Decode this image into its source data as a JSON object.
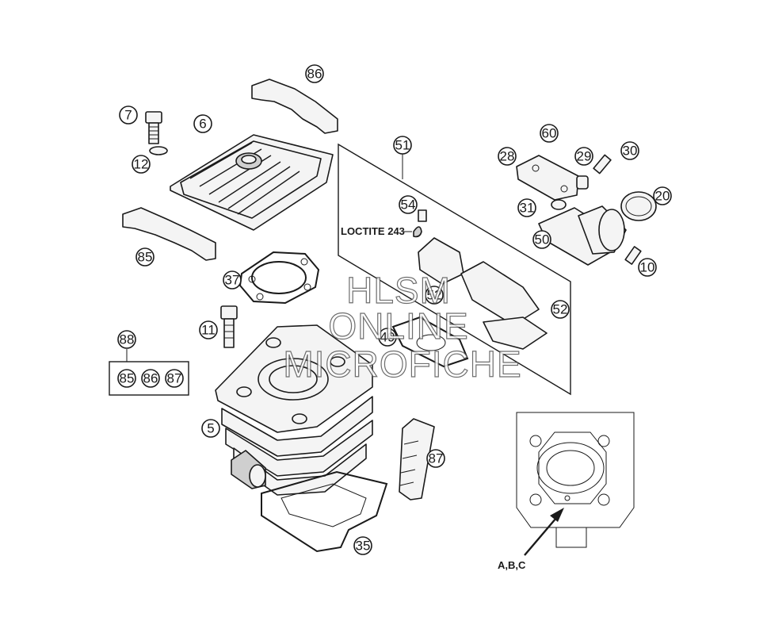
{
  "callouts": [
    {
      "id": "c7",
      "label": "7"
    },
    {
      "id": "c6",
      "label": "6"
    },
    {
      "id": "c12",
      "label": "12"
    },
    {
      "id": "c86a",
      "label": "86"
    },
    {
      "id": "c85a",
      "label": "85"
    },
    {
      "id": "c37",
      "label": "37"
    },
    {
      "id": "c11",
      "label": "11"
    },
    {
      "id": "c88",
      "label": "88"
    },
    {
      "id": "c85b",
      "label": "85"
    },
    {
      "id": "c86b",
      "label": "86"
    },
    {
      "id": "c87b",
      "label": "87"
    },
    {
      "id": "c5",
      "label": "5"
    },
    {
      "id": "c35",
      "label": "35"
    },
    {
      "id": "c87",
      "label": "87"
    },
    {
      "id": "c51",
      "label": "51"
    },
    {
      "id": "c54",
      "label": "54"
    },
    {
      "id": "c52a",
      "label": "52"
    },
    {
      "id": "c52b",
      "label": "52"
    },
    {
      "id": "c49",
      "label": "49"
    },
    {
      "id": "c60",
      "label": "60"
    },
    {
      "id": "c28",
      "label": "28"
    },
    {
      "id": "c29",
      "label": "29"
    },
    {
      "id": "c30",
      "label": "30"
    },
    {
      "id": "c31",
      "label": "31"
    },
    {
      "id": "c20",
      "label": "20"
    },
    {
      "id": "c50",
      "label": "50"
    },
    {
      "id": "c10",
      "label": "10"
    }
  ],
  "labels": {
    "loctite": "LOCTITE 243",
    "abc": "A,B,C"
  },
  "watermark": {
    "line1": "HLSM",
    "line2": "ONLINE",
    "line3": "MICROFICHE"
  }
}
